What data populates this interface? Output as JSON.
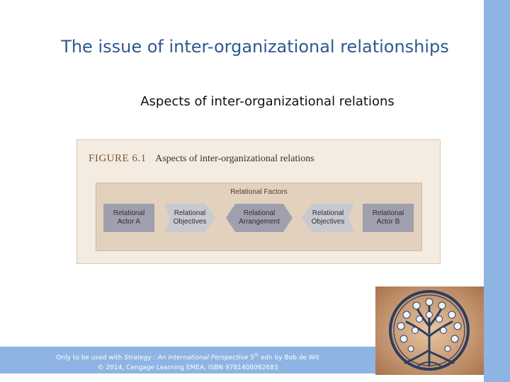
{
  "slide": {
    "title": "The issue of inter-organizational relationships",
    "subtitle": "Aspects of inter-organizational relations"
  },
  "figure": {
    "number": "FIGURE 6.1",
    "caption": "Aspects of inter-organizational relations",
    "band_label": "Relational Factors",
    "elements": {
      "actor_a": "Relational\nActor A",
      "objectives_left": "Relational\nObjectives",
      "arrangement": "Relational\nArrangement",
      "objectives_right": "Relational\nObjectives",
      "actor_b": "Relational\nActor B"
    },
    "colors": {
      "background": "#f4ece1",
      "band": "#e2d1bd",
      "dark_box": "#9f9fae",
      "light_box": "#c9c9d2"
    }
  },
  "footer": {
    "line1_prefix": "Only to be used with ",
    "line1_title": "Strategy : An International Perspective",
    "line1_edition": " 5",
    "line1_sup": "th",
    "line1_suffix": " edn by Bob de Wit",
    "line2": "© 2014, Cengage Learning EMEA, ISBN 9781408082683"
  },
  "decor": {
    "accent_color": "#8eb4e3",
    "title_color": "#2e5a8f",
    "image": "tree-of-life-icon"
  }
}
